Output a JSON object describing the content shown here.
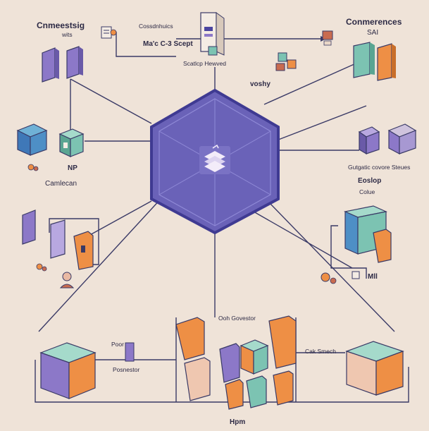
{
  "colors": {
    "background": "#efe3d8",
    "line": "#3a3a66",
    "hub": "#6a62b8",
    "hub_edge": "#4b45a0",
    "purple": "#8c78c8",
    "teal": "#7cc3b2",
    "orange": "#ee8f45",
    "blue": "#4e8fc6",
    "beige": "#e9d7c7"
  },
  "hub_icon": "stacked-layers-icon",
  "labels": {
    "top_left_title": "Cnmeestsig",
    "top_left_sub": "wits",
    "top_center_top": "Cossdnhuics",
    "top_center_mid": "Ma'c C-3 Scept",
    "top_center_bottom": "Scatlcp Hewved",
    "top_right_title": "Conmerences",
    "top_right_sub": "SAI",
    "upper_mid": "voshy",
    "left_np": "NP",
    "left_camera": "Camlecan",
    "right_caption": "Gutgatic covore Steues",
    "right_eoslop": "Eoslop",
    "right_colue": "Colue",
    "right_mil": "Mll",
    "bottom_center_header": "Ooh Govestor",
    "bottom_left_a": "Poor",
    "bottom_left_b": "Posnestor",
    "bottom_right": "Cak Smech",
    "bottom_caption": "Hpm"
  }
}
